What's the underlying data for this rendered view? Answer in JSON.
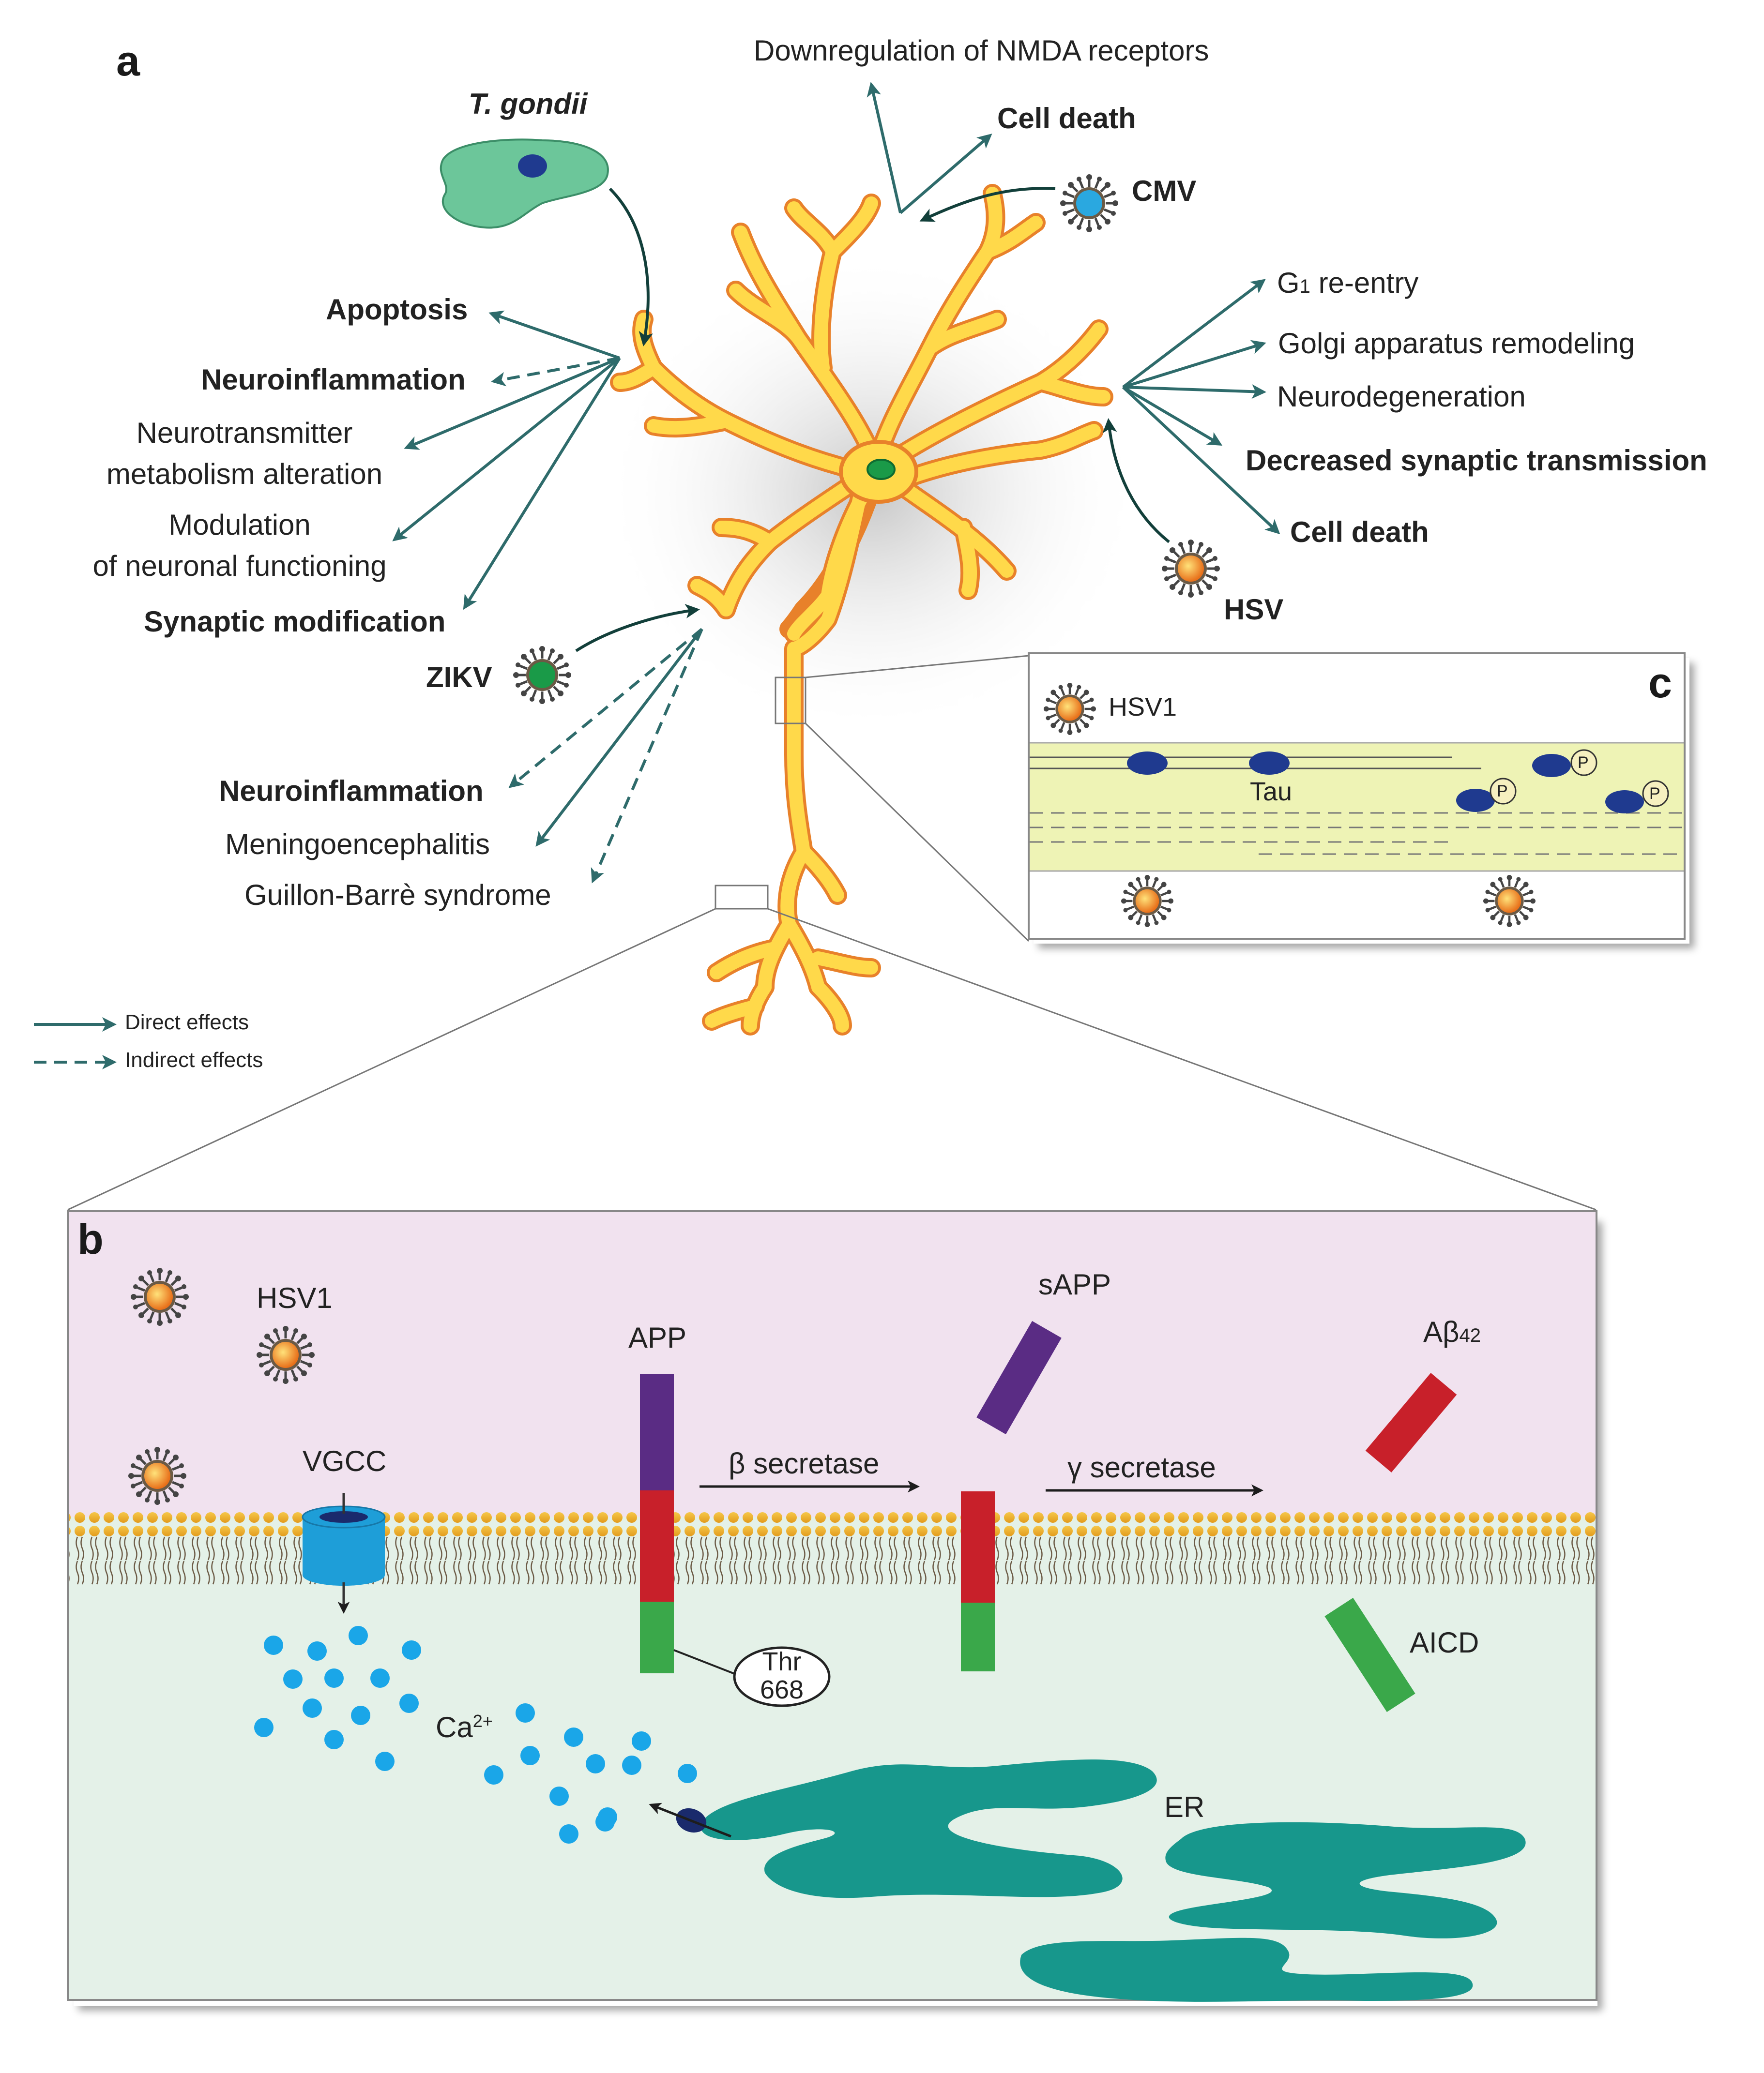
{
  "panels": {
    "a": "a",
    "b": "b",
    "c": "c"
  },
  "pathogens": {
    "toxoplasma": "T. gondii",
    "cmv": "CMV",
    "hsv": "HSV",
    "zikv": "ZIKV"
  },
  "cmv_effects": [
    "Downregulation of NMDA receptors",
    "Cell death"
  ],
  "toxo_effects": {
    "apoptosis": "Apoptosis",
    "neuroinflammation": "Neuroinflammation",
    "neurotransmitter_1": "Neurotransmitter",
    "neurotransmitter_2": "metabolism alteration",
    "modulation_1": "Modulation",
    "modulation_2": "of neuronal functioning",
    "synaptic": "Synaptic modification"
  },
  "hsv_effects": {
    "g1_prefix": "G",
    "g1_sub": "1",
    "g1_suffix": " re-entry",
    "golgi": "Golgi apparatus remodeling",
    "neurodegeneration": "Neurodegeneration",
    "synaptic": "Decreased synaptic transmission",
    "cell_death": "Cell death"
  },
  "zikv_effects": {
    "neuroinflammation": "Neuroinflammation",
    "meningoencephalitis": "Meningoencephalitis",
    "guillain": "Guillon-Barrè syndrome"
  },
  "legend": {
    "direct": "Direct effects",
    "indirect": "Indirect effects"
  },
  "panel_c": {
    "virus": "HSV1",
    "tau": "Tau",
    "phospho": "P"
  },
  "panel_b": {
    "virus": "HSV1",
    "vgcc": "VGCC",
    "app": "APP",
    "sapp": "sAPP",
    "abeta_prefix": "Aβ",
    "abeta_sub": "42",
    "beta_secretase": "β secretase",
    "gamma_secretase": "γ secretase",
    "aicd": "AICD",
    "thr_1": "Thr",
    "thr_2": "668",
    "ca_prefix": "Ca",
    "ca_sup": "2+",
    "er": "ER"
  },
  "colors": {
    "arrow": "#2e6b6b",
    "neuron_fill": "#ffd94a",
    "neuron_edge": "#e8812a",
    "toxo": "#6cc69a",
    "virus_core": "#f5a623",
    "cmv_core": "#2aa8e0",
    "zikv_core": "#1a9a48",
    "extracellular": "#f1e2ef",
    "cytoplasm": "#e4f1e8",
    "axoplasm": "#eef3b5",
    "tau": "#1f3a8f",
    "app_purple": "#5a2c84",
    "app_red": "#c8202a",
    "app_green": "#3aa84a",
    "calcium": "#1aa6e8",
    "er": "#17978c",
    "vgcc": "#1e9ed8"
  }
}
